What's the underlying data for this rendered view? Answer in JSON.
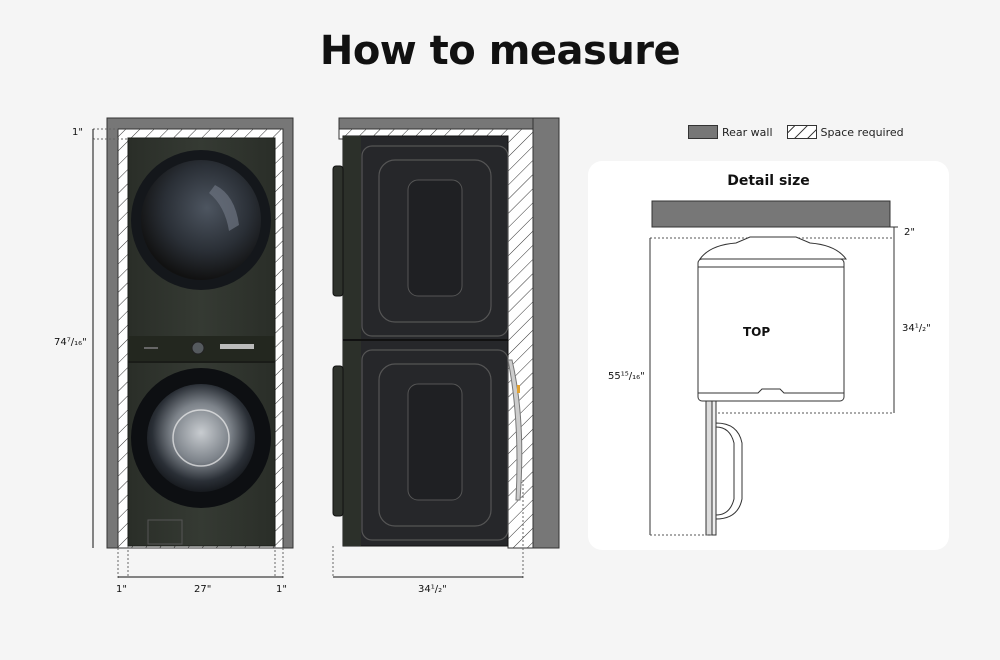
{
  "title": "How to measure",
  "legend": {
    "items": [
      {
        "label": "Rear wall",
        "swatch": "solid-gray",
        "color": "#777777"
      },
      {
        "label": "Space required",
        "swatch": "hatched"
      }
    ]
  },
  "front_view": {
    "dimensions": {
      "height": "74⁷/₁₆\"",
      "top_clearance": "1\"",
      "width": "27\"",
      "left_clearance": "1\"",
      "right_clearance": "1\""
    },
    "unit_color": "#2e322c"
  },
  "side_view": {
    "dimensions": {
      "depth": "34¹/₂\""
    },
    "unit_color": "#26272a"
  },
  "detail_card": {
    "title": "Detail size",
    "top_label": "TOP",
    "dimensions": {
      "rear_clearance": "2\"",
      "depth": "34¹/₂\"",
      "depth_with_door_open": "55¹⁵/₁₆\""
    }
  },
  "colors": {
    "background": "#f5f5f5",
    "wall": "#777777",
    "card": "#ffffff"
  }
}
